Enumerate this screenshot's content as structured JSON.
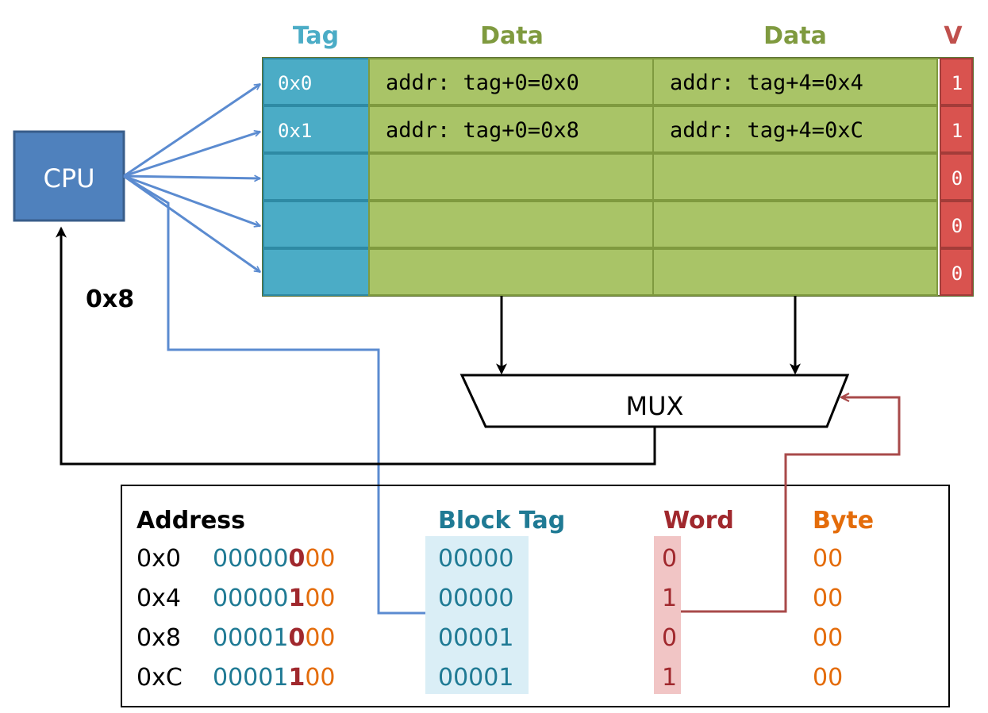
{
  "colors": {
    "tag_fill": "#4bacc6",
    "data_fill": "#a9c467",
    "data_border": "#7f9a3f",
    "valid_fill": "#d9534f",
    "cpu_fill": "#4f81bd",
    "blue_line": "#5b8bd0",
    "red_line": "#a84a4a",
    "tag_text": "#1f7a94",
    "word_text": "#a0282d",
    "byte_text": "#e46c0a",
    "tag_highlight": "#daeef6",
    "word_highlight": "#f1c5c5"
  },
  "cache": {
    "headers": {
      "tag": "Tag",
      "data1": "Data",
      "data2": "Data",
      "valid": "V"
    },
    "rows": [
      {
        "tag": "0x0",
        "d1": "addr: tag+0=0x0",
        "d2": "addr: tag+4=0x4",
        "v": "1"
      },
      {
        "tag": "0x1",
        "d1": "addr: tag+0=0x8",
        "d2": "addr: tag+4=0xC",
        "v": "1"
      },
      {
        "tag": "",
        "d1": "",
        "d2": "",
        "v": "0"
      },
      {
        "tag": "",
        "d1": "",
        "d2": "",
        "v": "0"
      },
      {
        "tag": "",
        "d1": "",
        "d2": "",
        "v": "0"
      }
    ]
  },
  "cpu": {
    "label": "CPU"
  },
  "mux": {
    "label": "MUX"
  },
  "return_value": "0x8",
  "breakdown": {
    "headers": {
      "address": "Address",
      "block_tag": "Block Tag",
      "word": "Word",
      "byte": "Byte"
    },
    "rows": [
      {
        "addr": "0x0",
        "bits_tag": "00000",
        "bits_word": "0",
        "bits_byte": "00",
        "block_tag": "00000",
        "word": "0",
        "byte": "00"
      },
      {
        "addr": "0x4",
        "bits_tag": "00000",
        "bits_word": "1",
        "bits_byte": "00",
        "block_tag": "00000",
        "word": "1",
        "byte": "00"
      },
      {
        "addr": "0x8",
        "bits_tag": "00001",
        "bits_word": "0",
        "bits_byte": "00",
        "block_tag": "00001",
        "word": "0",
        "byte": "00"
      },
      {
        "addr": "0xC",
        "bits_tag": "00001",
        "bits_word": "1",
        "bits_byte": "00",
        "block_tag": "00001",
        "word": "1",
        "byte": "00"
      }
    ]
  }
}
